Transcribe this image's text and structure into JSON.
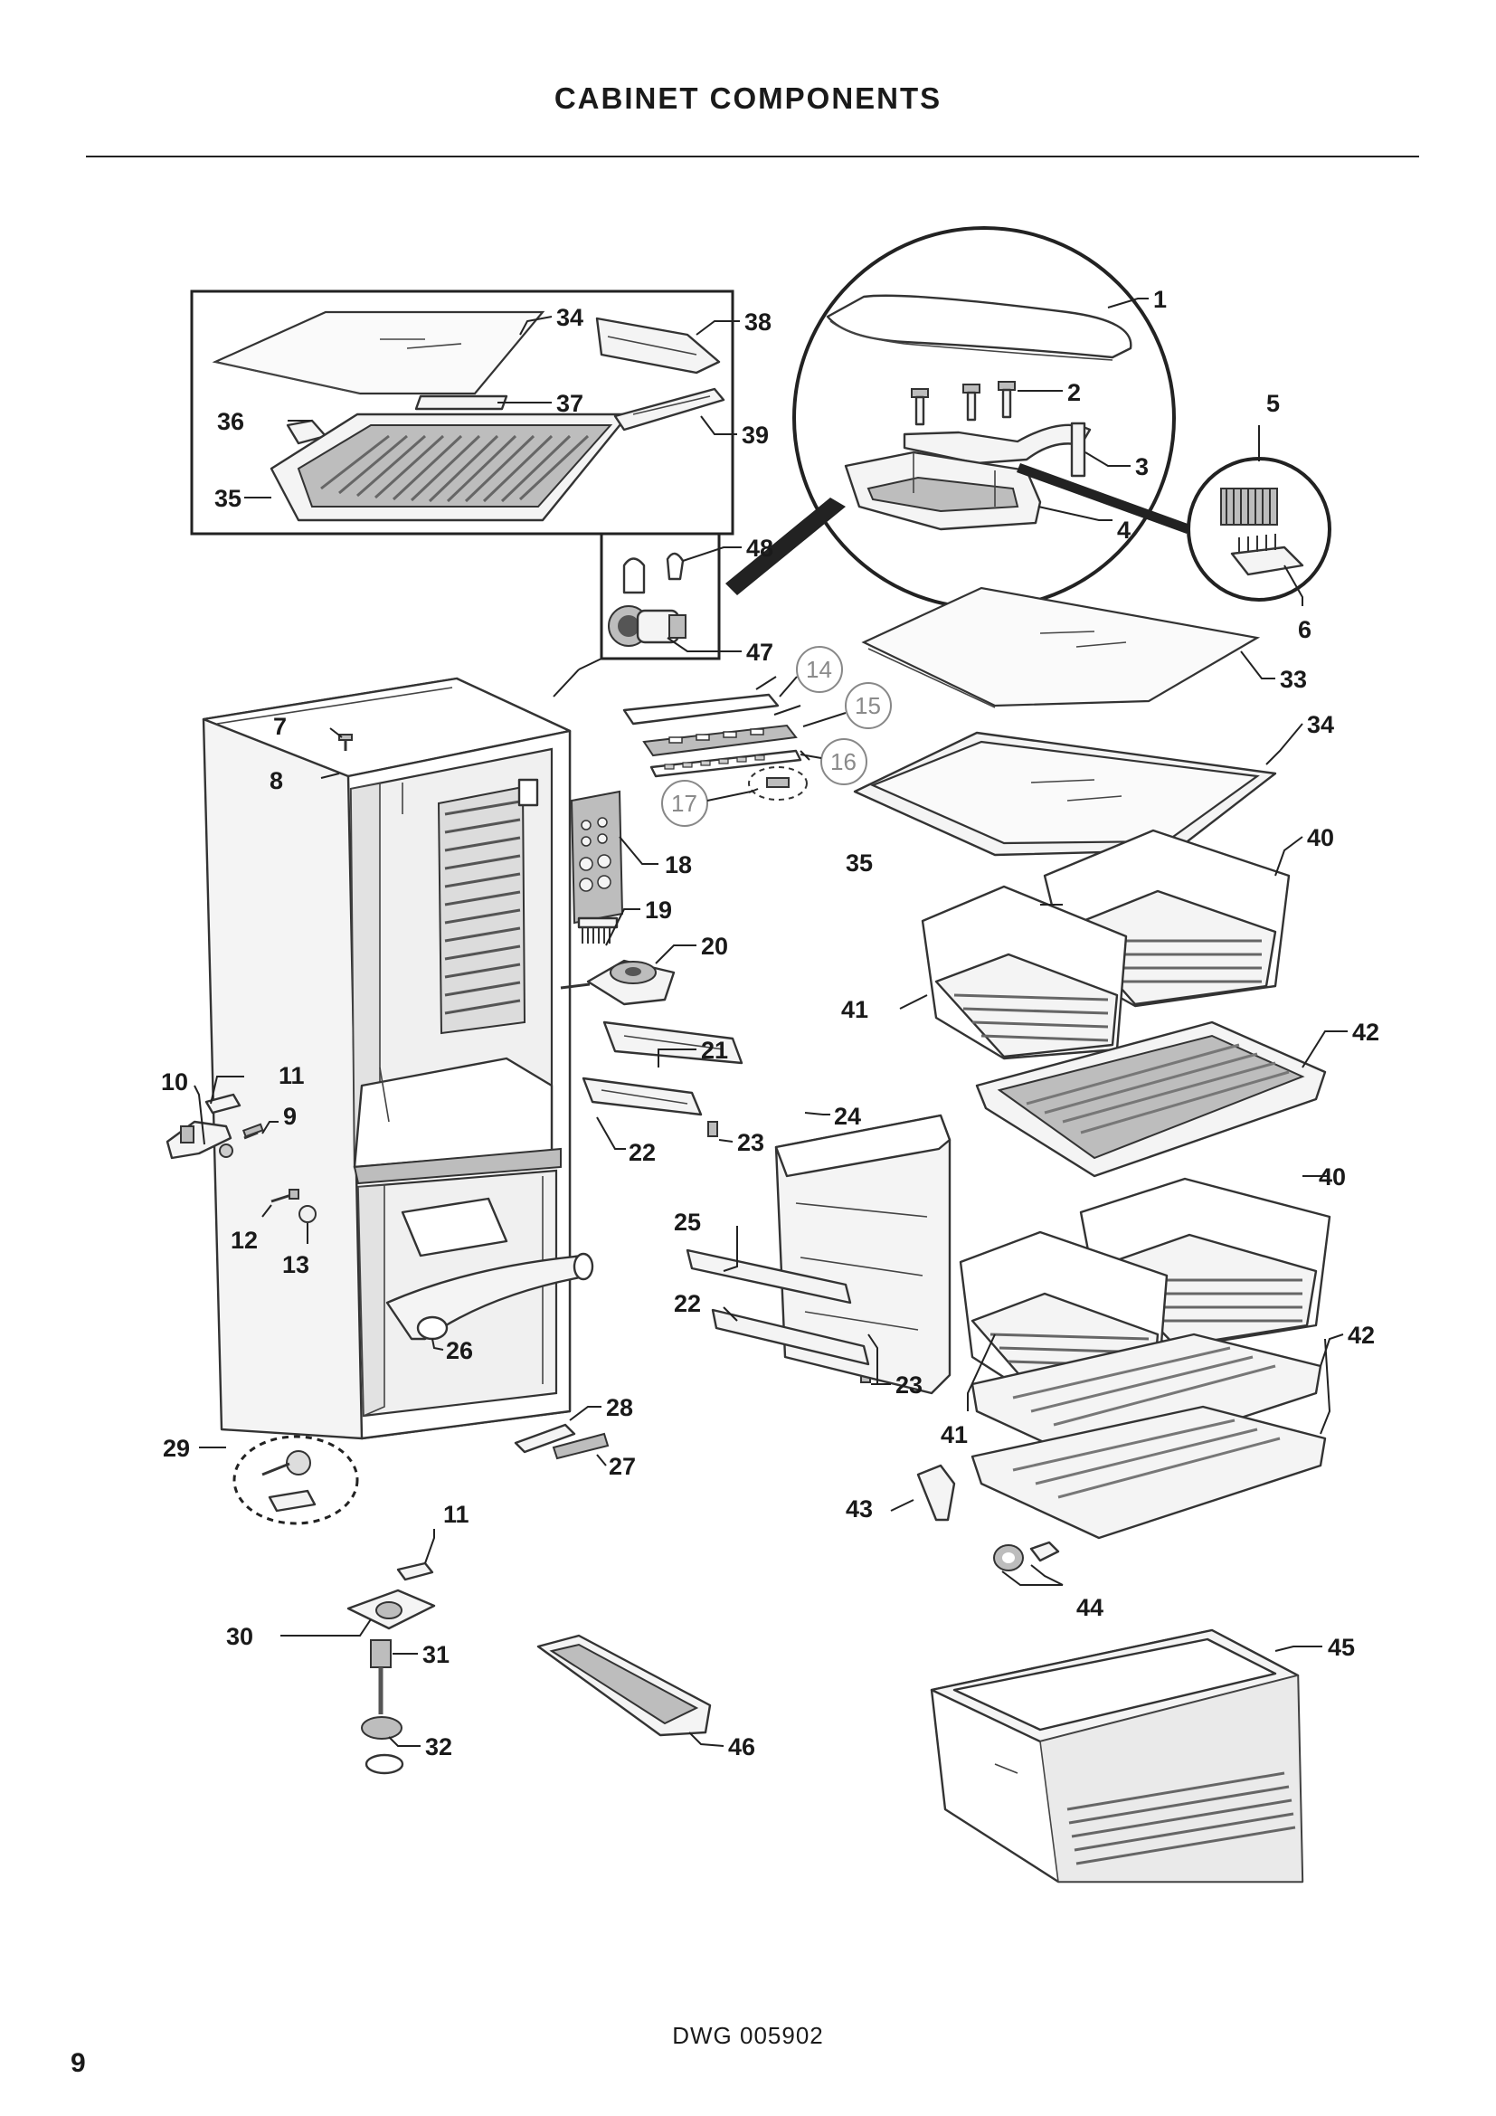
{
  "page": {
    "title": "CABINET COMPONENTS",
    "drawing_number": "DWG 005902",
    "page_number": "9"
  },
  "callouts": [
    {
      "id": "c1",
      "label": "1"
    },
    {
      "id": "c2",
      "label": "2"
    },
    {
      "id": "c3",
      "label": "3"
    },
    {
      "id": "c4",
      "label": "4"
    },
    {
      "id": "c5",
      "label": "5"
    },
    {
      "id": "c6",
      "label": "6"
    },
    {
      "id": "c7",
      "label": "7"
    },
    {
      "id": "c8",
      "label": "8"
    },
    {
      "id": "c9",
      "label": "9"
    },
    {
      "id": "c10",
      "label": "10"
    },
    {
      "id": "c11a",
      "label": "11"
    },
    {
      "id": "c11b",
      "label": "11"
    },
    {
      "id": "c12",
      "label": "12"
    },
    {
      "id": "c13",
      "label": "13"
    },
    {
      "id": "c14",
      "label": "14"
    },
    {
      "id": "c15",
      "label": "15"
    },
    {
      "id": "c16",
      "label": "16"
    },
    {
      "id": "c17",
      "label": "17"
    },
    {
      "id": "c18",
      "label": "18"
    },
    {
      "id": "c19",
      "label": "19"
    },
    {
      "id": "c20",
      "label": "20"
    },
    {
      "id": "c21",
      "label": "21"
    },
    {
      "id": "c22a",
      "label": "22"
    },
    {
      "id": "c22b",
      "label": "22"
    },
    {
      "id": "c23a",
      "label": "23"
    },
    {
      "id": "c23b",
      "label": "23"
    },
    {
      "id": "c24",
      "label": "24"
    },
    {
      "id": "c25",
      "label": "25"
    },
    {
      "id": "c26",
      "label": "26"
    },
    {
      "id": "c27",
      "label": "27"
    },
    {
      "id": "c28",
      "label": "28"
    },
    {
      "id": "c29",
      "label": "29"
    },
    {
      "id": "c30",
      "label": "30"
    },
    {
      "id": "c31",
      "label": "31"
    },
    {
      "id": "c32",
      "label": "32"
    },
    {
      "id": "c33",
      "label": "33"
    },
    {
      "id": "c34a",
      "label": "34"
    },
    {
      "id": "c34b",
      "label": "34"
    },
    {
      "id": "c35a",
      "label": "35"
    },
    {
      "id": "c35b",
      "label": "35"
    },
    {
      "id": "c36",
      "label": "36"
    },
    {
      "id": "c37",
      "label": "37"
    },
    {
      "id": "c38",
      "label": "38"
    },
    {
      "id": "c39",
      "label": "39"
    },
    {
      "id": "c40a",
      "label": "40"
    },
    {
      "id": "c40b",
      "label": "40"
    },
    {
      "id": "c41a",
      "label": "41"
    },
    {
      "id": "c41b",
      "label": "41"
    },
    {
      "id": "c42a",
      "label": "42"
    },
    {
      "id": "c42b",
      "label": "42"
    },
    {
      "id": "c43",
      "label": "43"
    },
    {
      "id": "c44",
      "label": "44"
    },
    {
      "id": "c45",
      "label": "45"
    },
    {
      "id": "c46",
      "label": "46"
    },
    {
      "id": "c47",
      "label": "47"
    },
    {
      "id": "c48",
      "label": "48"
    }
  ]
}
